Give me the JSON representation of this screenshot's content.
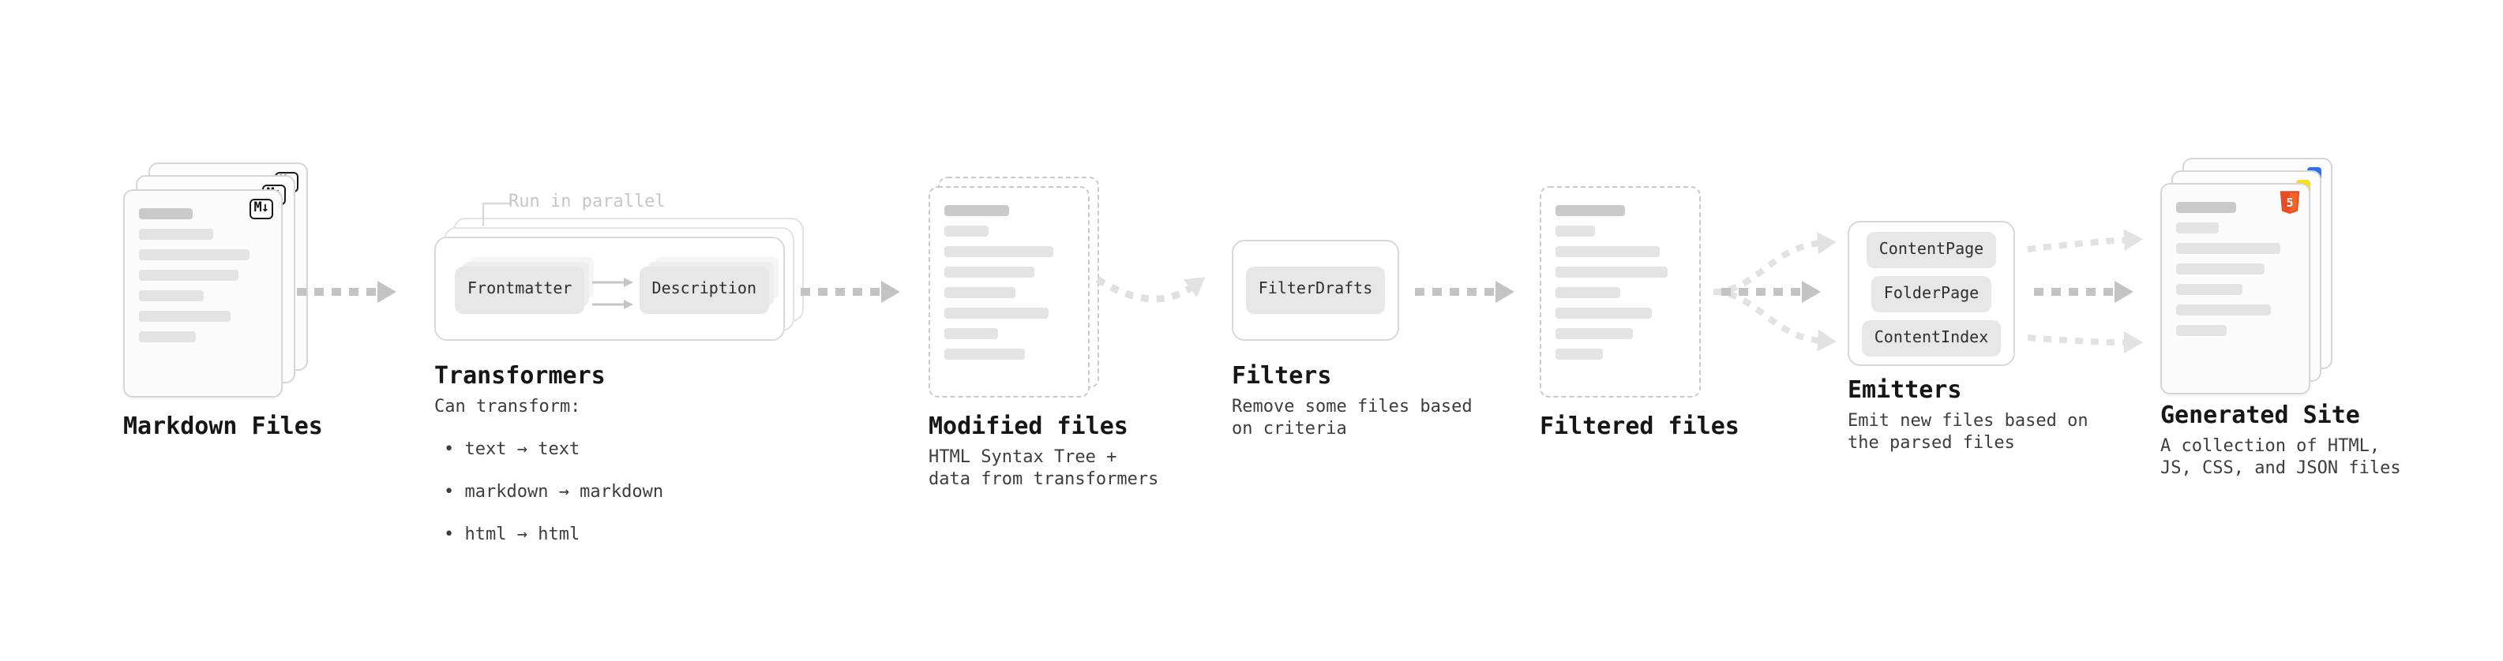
{
  "nodes": {
    "markdown_files": {
      "label": "Markdown Files",
      "badge": "M↓"
    },
    "transformers": {
      "note": "Run in parallel",
      "chips": [
        "Frontmatter",
        "Description"
      ],
      "label": "Transformers",
      "caption_title": "Can transform:",
      "bullets": [
        "• text → text",
        "• markdown → markdown",
        "• html → html"
      ]
    },
    "modified_files": {
      "label": "Modified files",
      "caption": "HTML Syntax Tree +\ndata from transformers"
    },
    "filters": {
      "chips": [
        "FilterDrafts"
      ],
      "label": "Filters",
      "caption": "Remove some files based\non criteria"
    },
    "filtered_files": {
      "label": "Filtered files"
    },
    "emitters": {
      "chips": [
        "ContentPage",
        "FolderPage",
        "ContentIndex"
      ],
      "label": "Emitters",
      "caption": "Emit new files based on\nthe parsed files"
    },
    "generated_site": {
      "label": "Generated Site",
      "caption": "A collection of HTML,\nJS, CSS, and JSON files",
      "badge": "5"
    }
  },
  "colors": {
    "arrow": "#c3c3c3",
    "arrow_light": "#e2e2e2",
    "chip_bg": "#e7e7e7",
    "doc_line": "#e3e3e3",
    "doc_line_dark": "#c9c9c9",
    "markdown_icon": "#1a1a1a",
    "html5_icon": "#e44d26",
    "js_icon": "#f7df1e",
    "css_icon": "#2f6fed"
  }
}
